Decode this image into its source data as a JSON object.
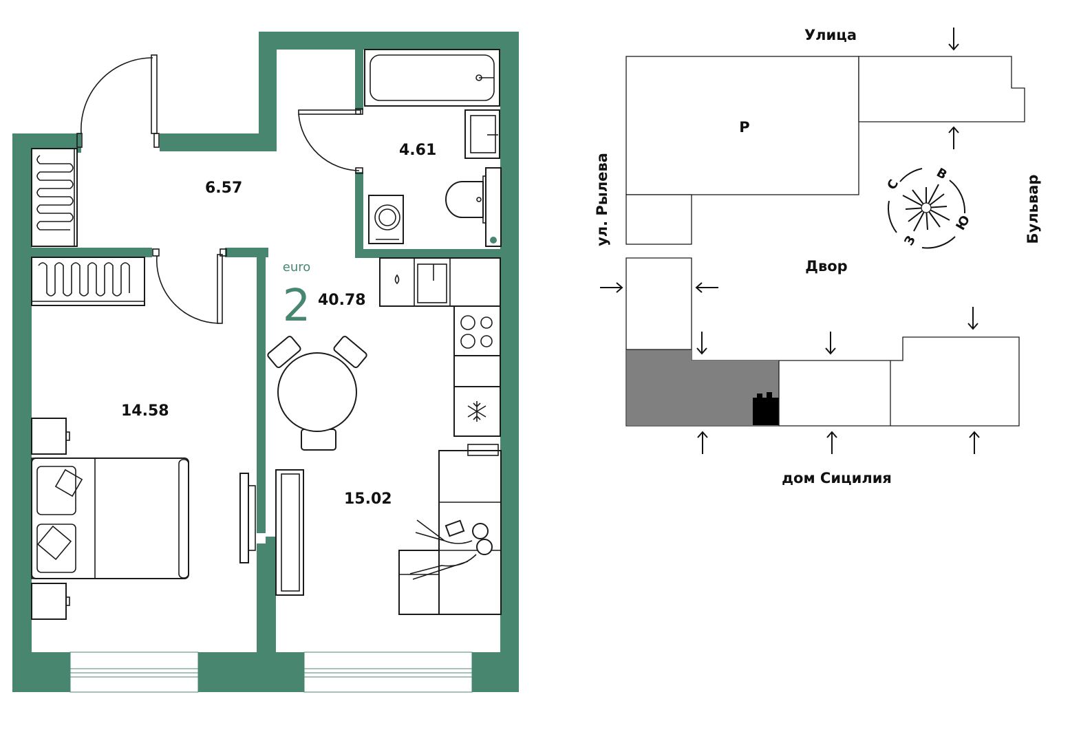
{
  "floor_plan": {
    "apartment_type_prefix": "euro",
    "rooms_count": "2",
    "total_area": "40.78",
    "room_areas": {
      "hall": "6.57",
      "bathroom": "4.61",
      "bedroom": "14.58",
      "living_kitchen": "15.02"
    }
  },
  "site_plan": {
    "labels": {
      "street_top": "Улица",
      "street_left": "ул. Рылева",
      "street_right": "Бульвар",
      "courtyard": "Двор",
      "house_bottom": "дом Сицилия",
      "parking": "Р"
    },
    "compass": {
      "north": "С",
      "east": "В",
      "south": "Ю",
      "west": "З"
    }
  },
  "colors": {
    "wall": "#488670",
    "accent_text": "#488670",
    "highlight_section": "#808080",
    "apartment_marker": "#000000"
  }
}
